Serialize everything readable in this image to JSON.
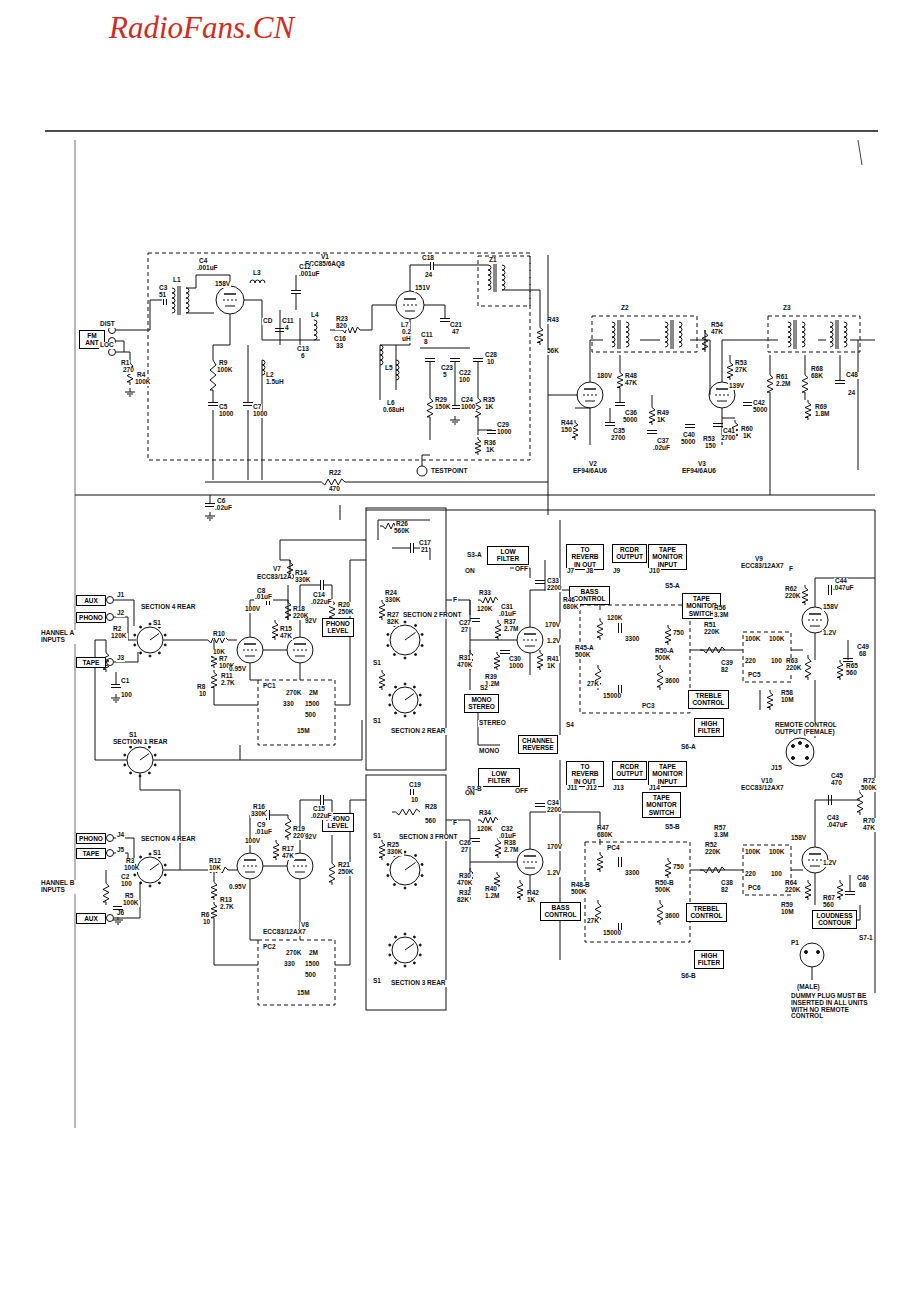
{
  "diagram": {
    "nodes": [
      {
        "text": [
          "FM ANT"
        ]
      },
      {
        "text": [
          "AUX"
        ]
      },
      {
        "text": [
          "PHONO"
        ]
      },
      {
        "text": [
          "TAPE"
        ]
      },
      {
        "text": [
          "PHONO"
        ]
      },
      {
        "text": [
          "TAPE"
        ]
      },
      {
        "text": [
          "AUX"
        ]
      },
      {
        "text": [
          "PHONO LEVEL"
        ]
      },
      {
        "text": [
          "PHONO LEVEL"
        ]
      },
      {
        "text": [
          "LOW FILTER"
        ]
      },
      {
        "text": [
          "MONO STEREO"
        ]
      },
      {
        "text": [
          "TO REVERB IN OUT"
        ]
      },
      {
        "text": [
          "RCDR OUTPUT"
        ]
      },
      {
        "text": [
          "TAPE MONITOR INPUT"
        ]
      },
      {
        "text": [
          "BASS CONTROL"
        ]
      },
      {
        "text": [
          "TAPE MONITOR SWITCH"
        ]
      },
      {
        "text": [
          "TREBLE CONTROL"
        ]
      },
      {
        "text": [
          "HIGH FILTER"
        ]
      },
      {
        "text": [
          "CHANNEL REVERSE"
        ]
      },
      {
        "text": [
          "LOW FILTER"
        ]
      },
      {
        "text": [
          "TO REVERB IN OUT"
        ]
      },
      {
        "text": [
          "RCDR OUTPUT"
        ]
      },
      {
        "text": [
          "TAPE MONITOR INPUT"
        ]
      },
      {
        "text": [
          "TAPE MONITOR SWITCH"
        ]
      },
      {
        "text": [
          "BASS CONTROL"
        ]
      },
      {
        "text": [
          "TREBEL CONTROL"
        ]
      },
      {
        "text": [
          "HIGH FILTER"
        ]
      },
      {
        "text": [
          "LOUDNESS CONTOUR"
        ]
      }
    ],
    "labels": [
      "RadioFans.CN",
      "DIST",
      "LOC",
      "R1",
      "270",
      "R4",
      "100K",
      "C3",
      "51",
      "L1",
      "C4",
      ".001uF",
      "V1",
      "ECC85/6AQ8",
      "158V",
      "L3",
      "C12",
      ".001uF",
      "CD",
      "C11",
      "4",
      "C13",
      "6",
      "L4",
      "R23",
      "820",
      "C16",
      "33",
      "R9",
      "100K",
      "L2",
      "1.5uH",
      "C5",
      "1000",
      "C7",
      "1000",
      "C18",
      "24",
      "151V",
      "C21",
      "47",
      "L7",
      "0.2",
      "uH",
      "L5",
      "C11",
      "8",
      "C23",
      "5",
      "C28",
      "10",
      "C22",
      "100",
      "L6",
      "0.68uH",
      "R29",
      "150K",
      "C24",
      "1000",
      "R35",
      "1K",
      "C29",
      "1000",
      "R36",
      "1K",
      "TESTPOINT",
      "Z1",
      "R43",
      "56K",
      "R22",
      "470",
      "C6",
      ".02uF",
      "Z2",
      "R54",
      "47K",
      "Z3",
      "180V",
      "R48",
      "47K",
      "139V",
      "R53",
      "27K",
      "C36",
      "5000",
      "R49",
      "1K",
      "C35",
      "2700",
      "R44",
      "150",
      "V2",
      "EF94/6AU6",
      "C42",
      "5000",
      "C41",
      "2700",
      "C40",
      "5000",
      "C37",
      ".02uF",
      "R53",
      "150",
      "R60",
      "1K",
      "V3",
      "EF94/6AU6",
      "R61",
      "2.2M",
      "R68",
      "68K",
      "C48",
      "24",
      "R69",
      "1.8M",
      "R26",
      "560K",
      "C17",
      "21",
      "V7",
      "ECC83/12AX7",
      "R20",
      "250K",
      "HANNEL A INPUTS",
      "J1",
      "J2",
      "J3",
      "S1",
      "SECTION 4 REAR",
      "R2",
      "120K",
      "R10",
      "10K",
      "R7",
      "100K",
      "R11",
      "2.7K",
      "R8",
      "10",
      "C1",
      "100",
      "C8",
      ".01uF",
      "100V",
      "R15",
      "47K",
      "R18",
      "220K",
      "R14",
      "330K",
      "C14",
      ".022uF",
      "92V",
      "0.95V",
      "PC1",
      "270K",
      "2M",
      "330",
      "1500",
      "500",
      "15M",
      "S1",
      "SECTION 1 REAR",
      "HANNEL B INPUTS",
      "J4",
      "J5",
      "J6",
      "S1",
      "SECTION 4 REAR",
      "R12",
      "10K",
      "R3",
      "100K",
      "R5",
      "100K",
      "R6",
      "10",
      "C2",
      "100",
      "R13",
      "2.7K",
      "V8",
      "ECC83/12AX7",
      "R16",
      "330K",
      "C9",
      ".01uF",
      "100V",
      "R17",
      "47K",
      "R19",
      "220K",
      "C15",
      ".022uF",
      "92V",
      "0.95V",
      "R21",
      "250K",
      "PC2",
      "270K",
      "2M",
      "330",
      "1500",
      "500",
      "15M",
      "R24",
      "330K",
      "S1",
      "SECTION 2 FRONT",
      "R27",
      "82K",
      "S1",
      "SECTION 2 REAR",
      "C19",
      "10",
      "R28",
      "560",
      "S1",
      "SECTION 3 FRONT",
      "R25",
      "330K",
      "S1",
      "SECTION 3 REAR",
      "S3-A",
      "ON",
      "OFF",
      "F",
      "R33",
      "120K",
      "C31",
      ".01uF",
      "C33",
      "2200",
      "C27",
      "27",
      "R37",
      "2.7M",
      "C30",
      "1000",
      "170V",
      "R31",
      "470K",
      "R39",
      "1.2M",
      "R41",
      "1K",
      "1.2V",
      "S2",
      "STEREO",
      "MONO",
      "S3-B",
      "ON",
      "OFF",
      "F",
      "R34",
      "120K",
      "C32",
      ".01uF",
      "C34",
      "2200",
      "C26",
      "27",
      "R38",
      "2.7M",
      "170V",
      "R30",
      "470K",
      "R32",
      "82K",
      "R40",
      "1.2M",
      "R42",
      "1K",
      "1.2V",
      "J7",
      "J8",
      "J9",
      "J10",
      "R46",
      "680K",
      "V9",
      "ECC83/12AX7",
      "PC3",
      "120K",
      "3300",
      "750",
      "R45-A",
      "500K",
      "15000",
      "27K",
      "3600",
      "R50-A",
      "500K",
      "S4",
      "S5-A",
      "R56",
      "3.3M",
      "R51",
      "220K",
      "C39",
      "82",
      "PC5",
      "100K",
      "100K",
      "220",
      "100",
      "R58",
      "10M",
      "S6-A",
      "F",
      "R62",
      "220K",
      "C44",
      ".047uF",
      "158V",
      "1.2V",
      "R63",
      "220K",
      "R65",
      "560",
      "REMOTE CONTROL OUTPUT (FEMALE)",
      "J15",
      "J11",
      "J12",
      "J13",
      "J14",
      "R47",
      "680K",
      "V10",
      "ECC83/12AX7",
      "S5-B",
      "PC4",
      "3300",
      "750",
      "R48-B",
      "500K",
      "15000",
      "27K",
      "3600",
      "R50-B",
      "500K",
      "R52",
      "220K",
      "C38",
      "82",
      "R57",
      "3.3M",
      "C43",
      ".047uF",
      "PC6",
      "100K",
      "100K",
      "220",
      "100",
      "R59",
      "10M",
      "S6-B",
      "158V",
      "1.2V",
      "R64",
      "220K",
      "R67",
      "560",
      "S7-1",
      "P1",
      "(MALE)",
      "DUMMY PLUG MUST BE INSERTED IN ALL UNITS WITH NO REMOTE CONTROL",
      "R72",
      "500K",
      "C45",
      "470",
      "R70",
      "47K",
      "C49",
      "68",
      "C46",
      "68"
    ]
  }
}
